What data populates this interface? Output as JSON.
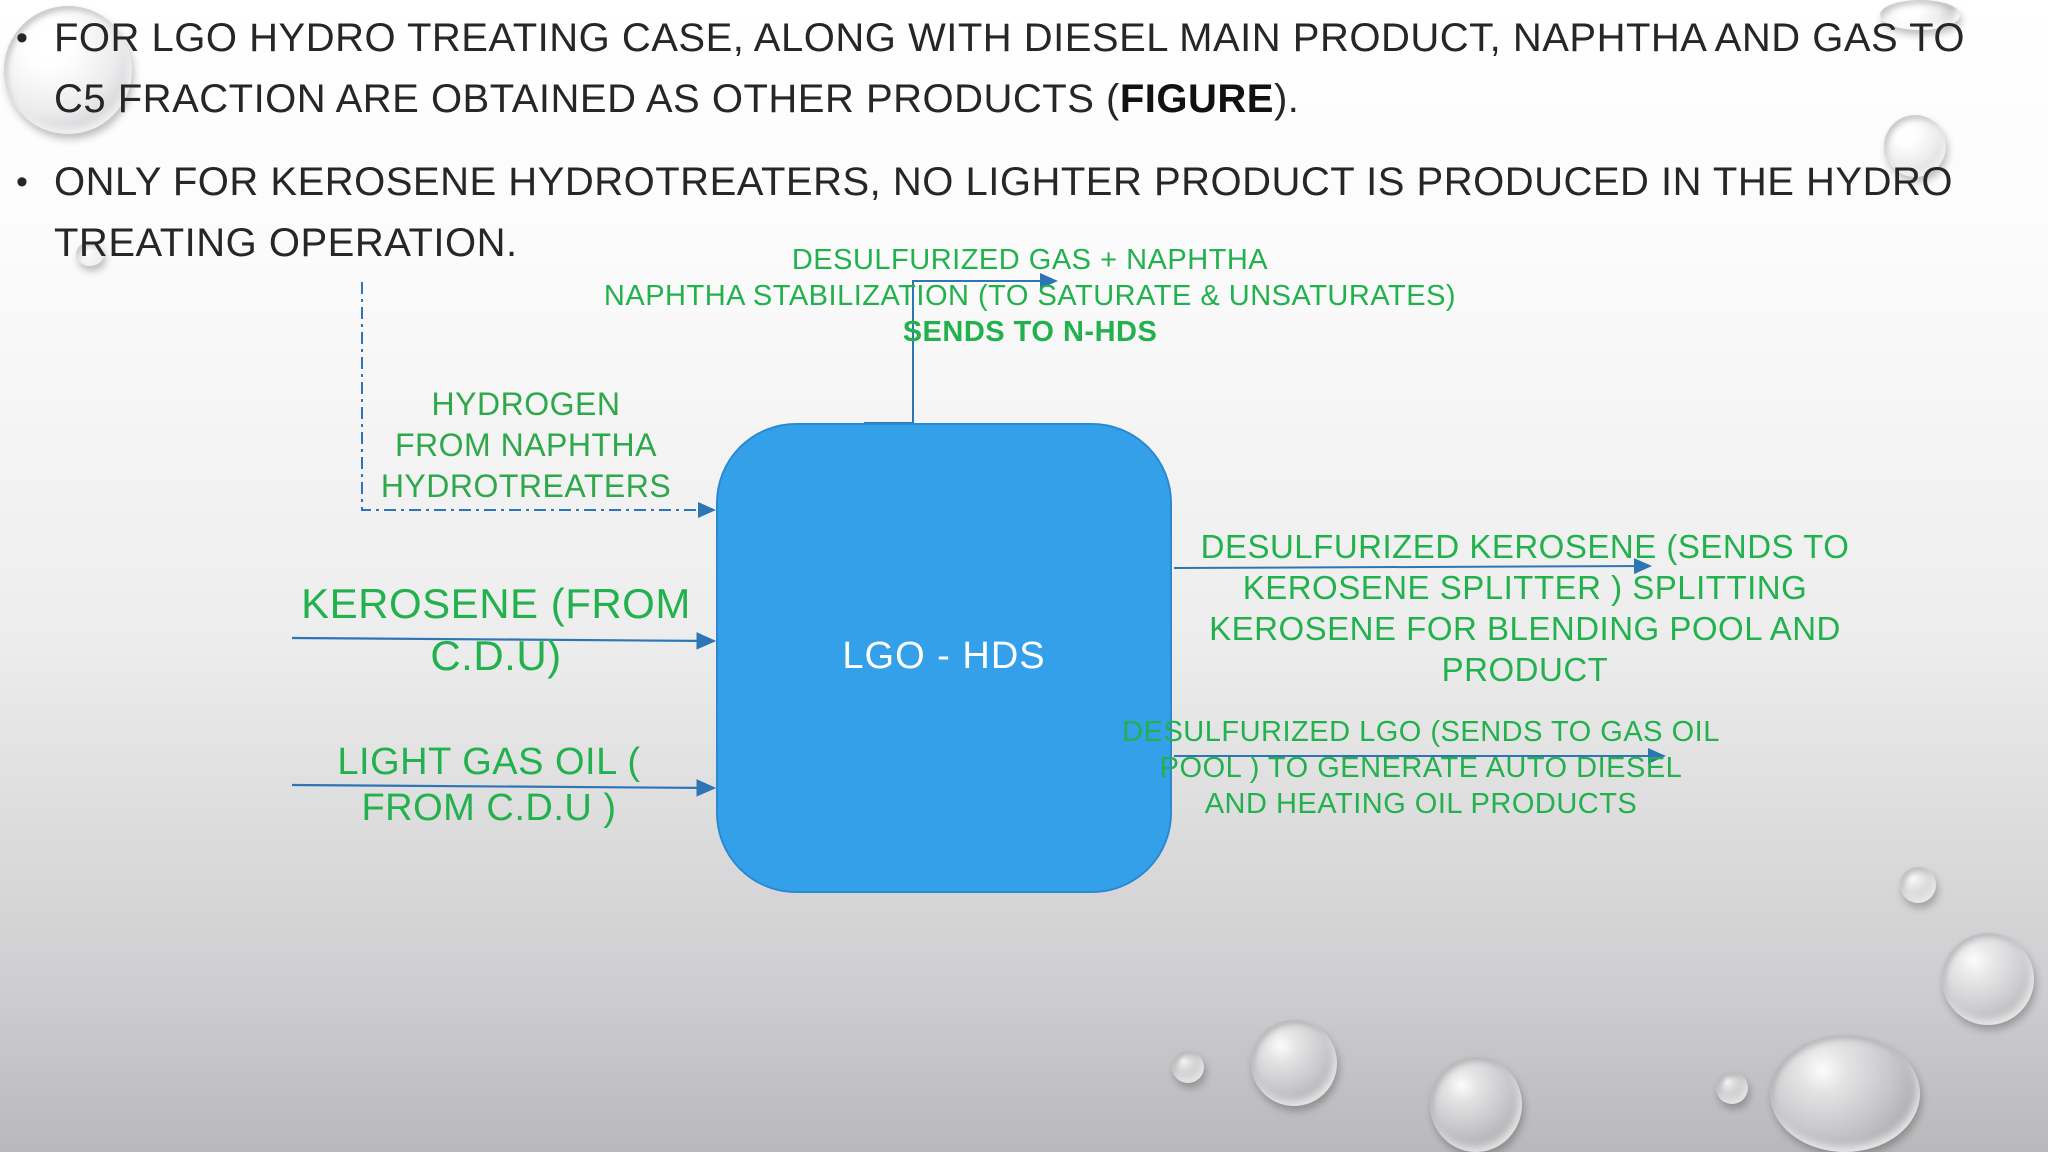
{
  "bullets": [
    {
      "text_before": "FOR LGO HYDRO TREATING CASE, ALONG WITH DIESEL MAIN PRODUCT, NAPHTHA AND GAS TO C5 FRACTION ARE OBTAINED AS OTHER PRODUCTS (",
      "bold": "FIGURE",
      "text_after": ")."
    },
    {
      "text": "ONLY FOR KEROSENE HYDROTREATERS, NO LIGHTER PRODUCT IS PRODUCED IN THE HYDRO TREATING OPERATION."
    }
  ],
  "diagram": {
    "unit_label": "LGO - HDS",
    "inputs": {
      "hydrogen": [
        "HYDROGEN",
        "FROM NAPHTHA",
        "HYDROTREATERS"
      ],
      "kerosene": [
        "KEROSENE (FROM",
        "C.D.U)"
      ],
      "light_gas_oil": [
        "LIGHT GAS OIL (",
        "FROM C.D.U )"
      ]
    },
    "outputs": {
      "top": [
        "DESULFURIZED GAS + NAPHTHA",
        "NAPHTHA STABILIZATION (TO SATURATE & UNSATURATES)",
        "SENDS TO N-HDS"
      ],
      "kerosene": [
        "DESULFURIZED KEROSENE (SENDS TO",
        "KEROSENE SPLITTER ) SPLITTING",
        "KEROSENE FOR BLENDING POOL AND",
        "PRODUCT"
      ],
      "lgo": [
        "DESULFURIZED LGO (SENDS TO GAS OIL",
        "POOL ) TO GENERATE AUTO DIESEL",
        "AND HEATING OIL PRODUCTS"
      ]
    },
    "colors": {
      "label_green": "#22b14c",
      "box_fill": "#35a0ea",
      "arrow_blue": "#2e75b6",
      "text_dark": "#262626"
    }
  }
}
